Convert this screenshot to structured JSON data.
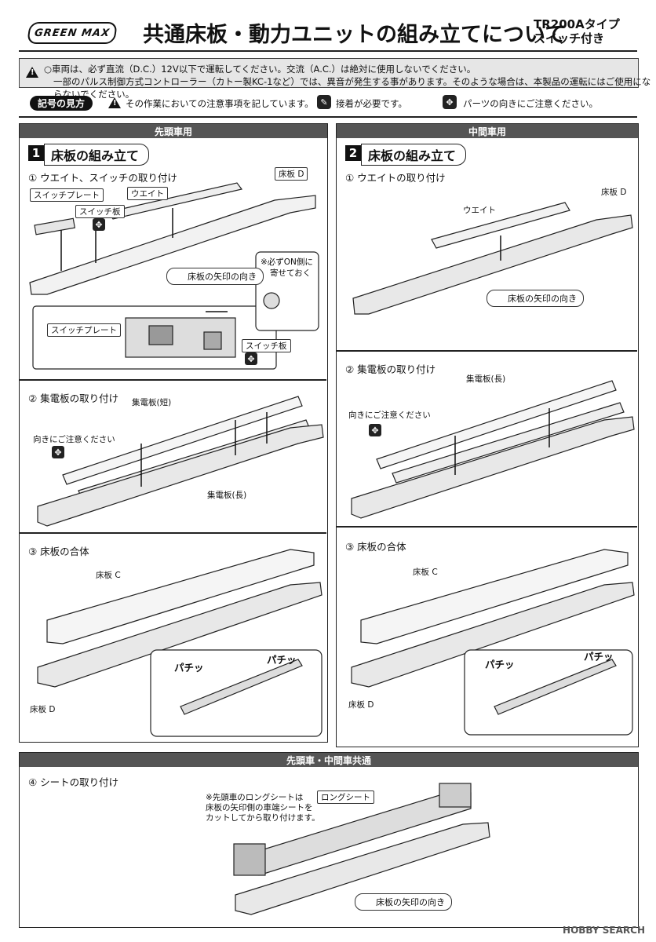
{
  "header": {
    "logo": "GREEN MAX",
    "title": "共通床板・動力ユニットの組み立てについて",
    "subtitle_line1": "TR200Aタイプ",
    "subtitle_line2": "スイッチ付き"
  },
  "notice": {
    "line1": "○車両は、必ず直流（D.C.）12V以下で運転してください。交流（A.C.）は絶対に使用しないでください。",
    "line2": "一部のパルス制御方式コントローラー（カトー製KC-1など）では、異音が発生する事があります。そのような場合は、本製品の運転にはご使用にならないでください。"
  },
  "legend": {
    "badge": "記号の見方",
    "item1": "その作業においての注意事項を記しています。",
    "item2": "接着が必要です。",
    "item3": "パーツの向きにご注意ください。"
  },
  "left_panel": {
    "head": "先頭車用",
    "step_no": "1",
    "step_title": "床板の組み立て",
    "sub1": "① ウエイト、スイッチの取り付け",
    "labels1": {
      "floor_d": "床板 D",
      "weight": "ウエイト",
      "switch_plate": "スイッチプレート",
      "switch_board": "スイッチ板",
      "arrow_dir": "床板の矢印の向き",
      "on_note1": "※必ずON側に",
      "on_note2": "寄せておく",
      "switch_plate2": "スイッチプレート",
      "switch_board2": "スイッチ板"
    },
    "sub2": "② 集電板の取り付け",
    "labels2": {
      "short": "集電板(短)",
      "orient": "向きにご注意ください",
      "long": "集電板(長)"
    },
    "sub3": "③ 床板の合体",
    "labels3": {
      "floor_c": "床板 C",
      "floor_d": "床板 D",
      "snap1": "パチッ",
      "snap2": "パチッ"
    }
  },
  "right_panel": {
    "head": "中間車用",
    "step_no": "2",
    "step_title": "床板の組み立て",
    "sub1": "① ウエイトの取り付け",
    "labels1": {
      "floor_d": "床板 D",
      "weight": "ウエイト",
      "arrow_dir": "床板の矢印の向き"
    },
    "sub2": "② 集電板の取り付け",
    "labels2": {
      "long": "集電板(長)",
      "orient": "向きにご注意ください"
    },
    "sub3": "③ 床板の合体",
    "labels3": {
      "floor_c": "床板 C",
      "floor_d": "床板 D",
      "snap1": "パチッ",
      "snap2": "パチッ"
    }
  },
  "bottom_panel": {
    "head": "先頭車・中間車共通",
    "sub": "④ シートの取り付け",
    "note1": "※先頭車のロングシートは",
    "note2": "床板の矢印側の車端シートを",
    "note3": "カットしてから取り付けます。",
    "long_seat": "ロングシート",
    "arrow_dir": "床板の矢印の向き"
  },
  "watermark": "HOBBY SEARCH",
  "colors": {
    "ink": "#111111",
    "head_bg": "#555555",
    "notice_bg": "#e6e6e6"
  }
}
